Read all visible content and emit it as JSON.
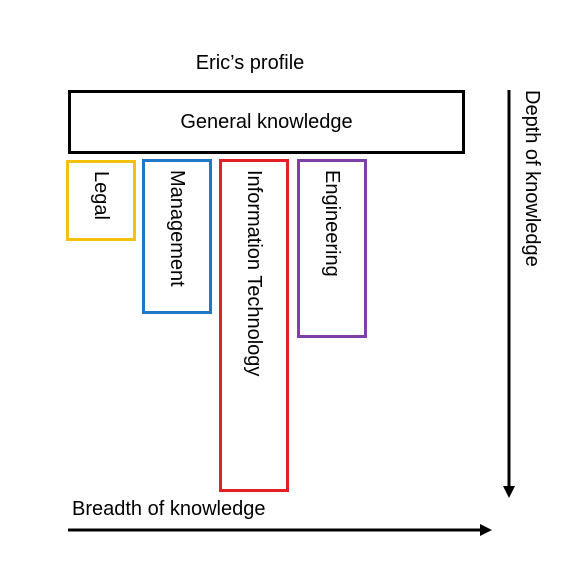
{
  "title": "Eric’s profile",
  "general_label": "General knowledge",
  "categories": [
    {
      "label": "Legal",
      "color": "#F4C20D",
      "depth": 0.23
    },
    {
      "label": "Management",
      "color": "#1F77C8",
      "depth": 0.44
    },
    {
      "label": "Information Technology",
      "color": "#E31E24",
      "depth": 0.95
    },
    {
      "label": "Engineering",
      "color": "#7F3FA8",
      "depth": 0.51
    }
  ],
  "axes": {
    "depth_label": "Depth of knowledge",
    "breadth_label": "Breadth of knowledge"
  }
}
